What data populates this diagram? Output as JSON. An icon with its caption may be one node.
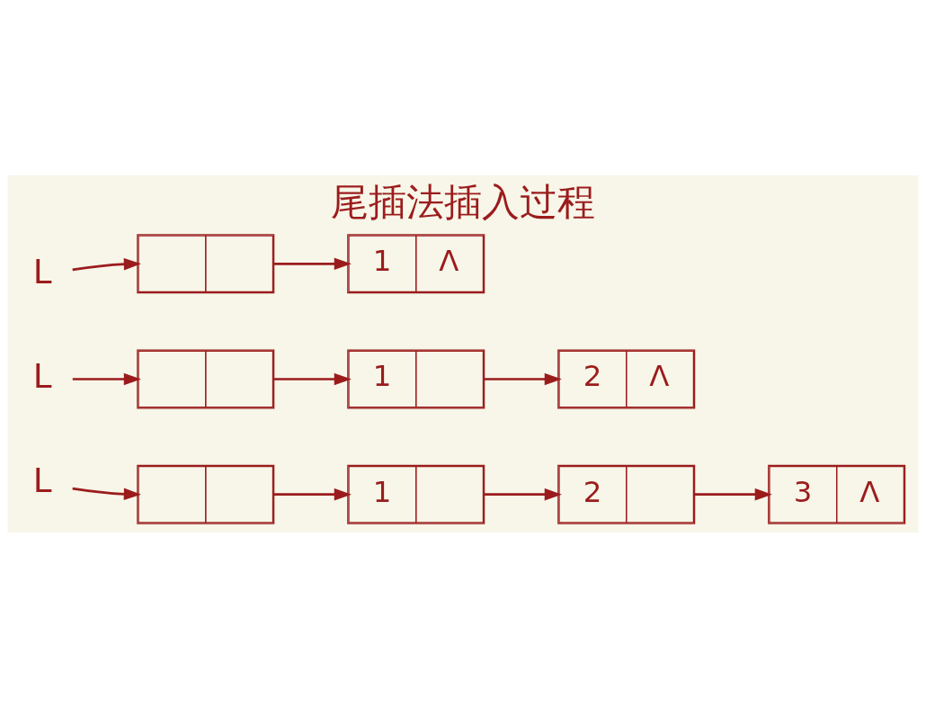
{
  "diagram": {
    "title": "尾插法插入过程",
    "nodes": [
      {
        "text": [
          "L"
        ]
      },
      {
        "text": [],
        "shape": "box"
      },
      {
        "text": [
          "1",
          "Λ"
        ]
      },
      {
        "text": [
          "L"
        ]
      },
      {
        "text": [],
        "shape": "box"
      },
      {
        "text": [
          "1"
        ]
      },
      {
        "text": [
          "2",
          "Λ"
        ]
      },
      {
        "text": [
          "L"
        ]
      },
      {
        "text": [],
        "shape": "box"
      },
      {
        "text": [
          "1"
        ]
      },
      {
        "text": [
          "2"
        ]
      },
      {
        "text": [
          "3",
          "Λ"
        ]
      }
    ],
    "edges": [
      {
        "from": 0,
        "to": 1,
        "arrow": "to"
      },
      {
        "from": 1,
        "to": 2,
        "arrow": "to"
      },
      {
        "from": 3,
        "to": 4,
        "arrow": "to"
      },
      {
        "from": 4,
        "to": 5,
        "arrow": "to"
      },
      {
        "from": 5,
        "to": 6,
        "arrow": "to"
      },
      {
        "from": 7,
        "to": 8,
        "arrow": "to"
      },
      {
        "from": 8,
        "to": 9,
        "arrow": "to"
      },
      {
        "from": 9,
        "to": 10,
        "arrow": "to"
      },
      {
        "from": 10,
        "to": 11,
        "arrow": "to"
      }
    ]
  }
}
